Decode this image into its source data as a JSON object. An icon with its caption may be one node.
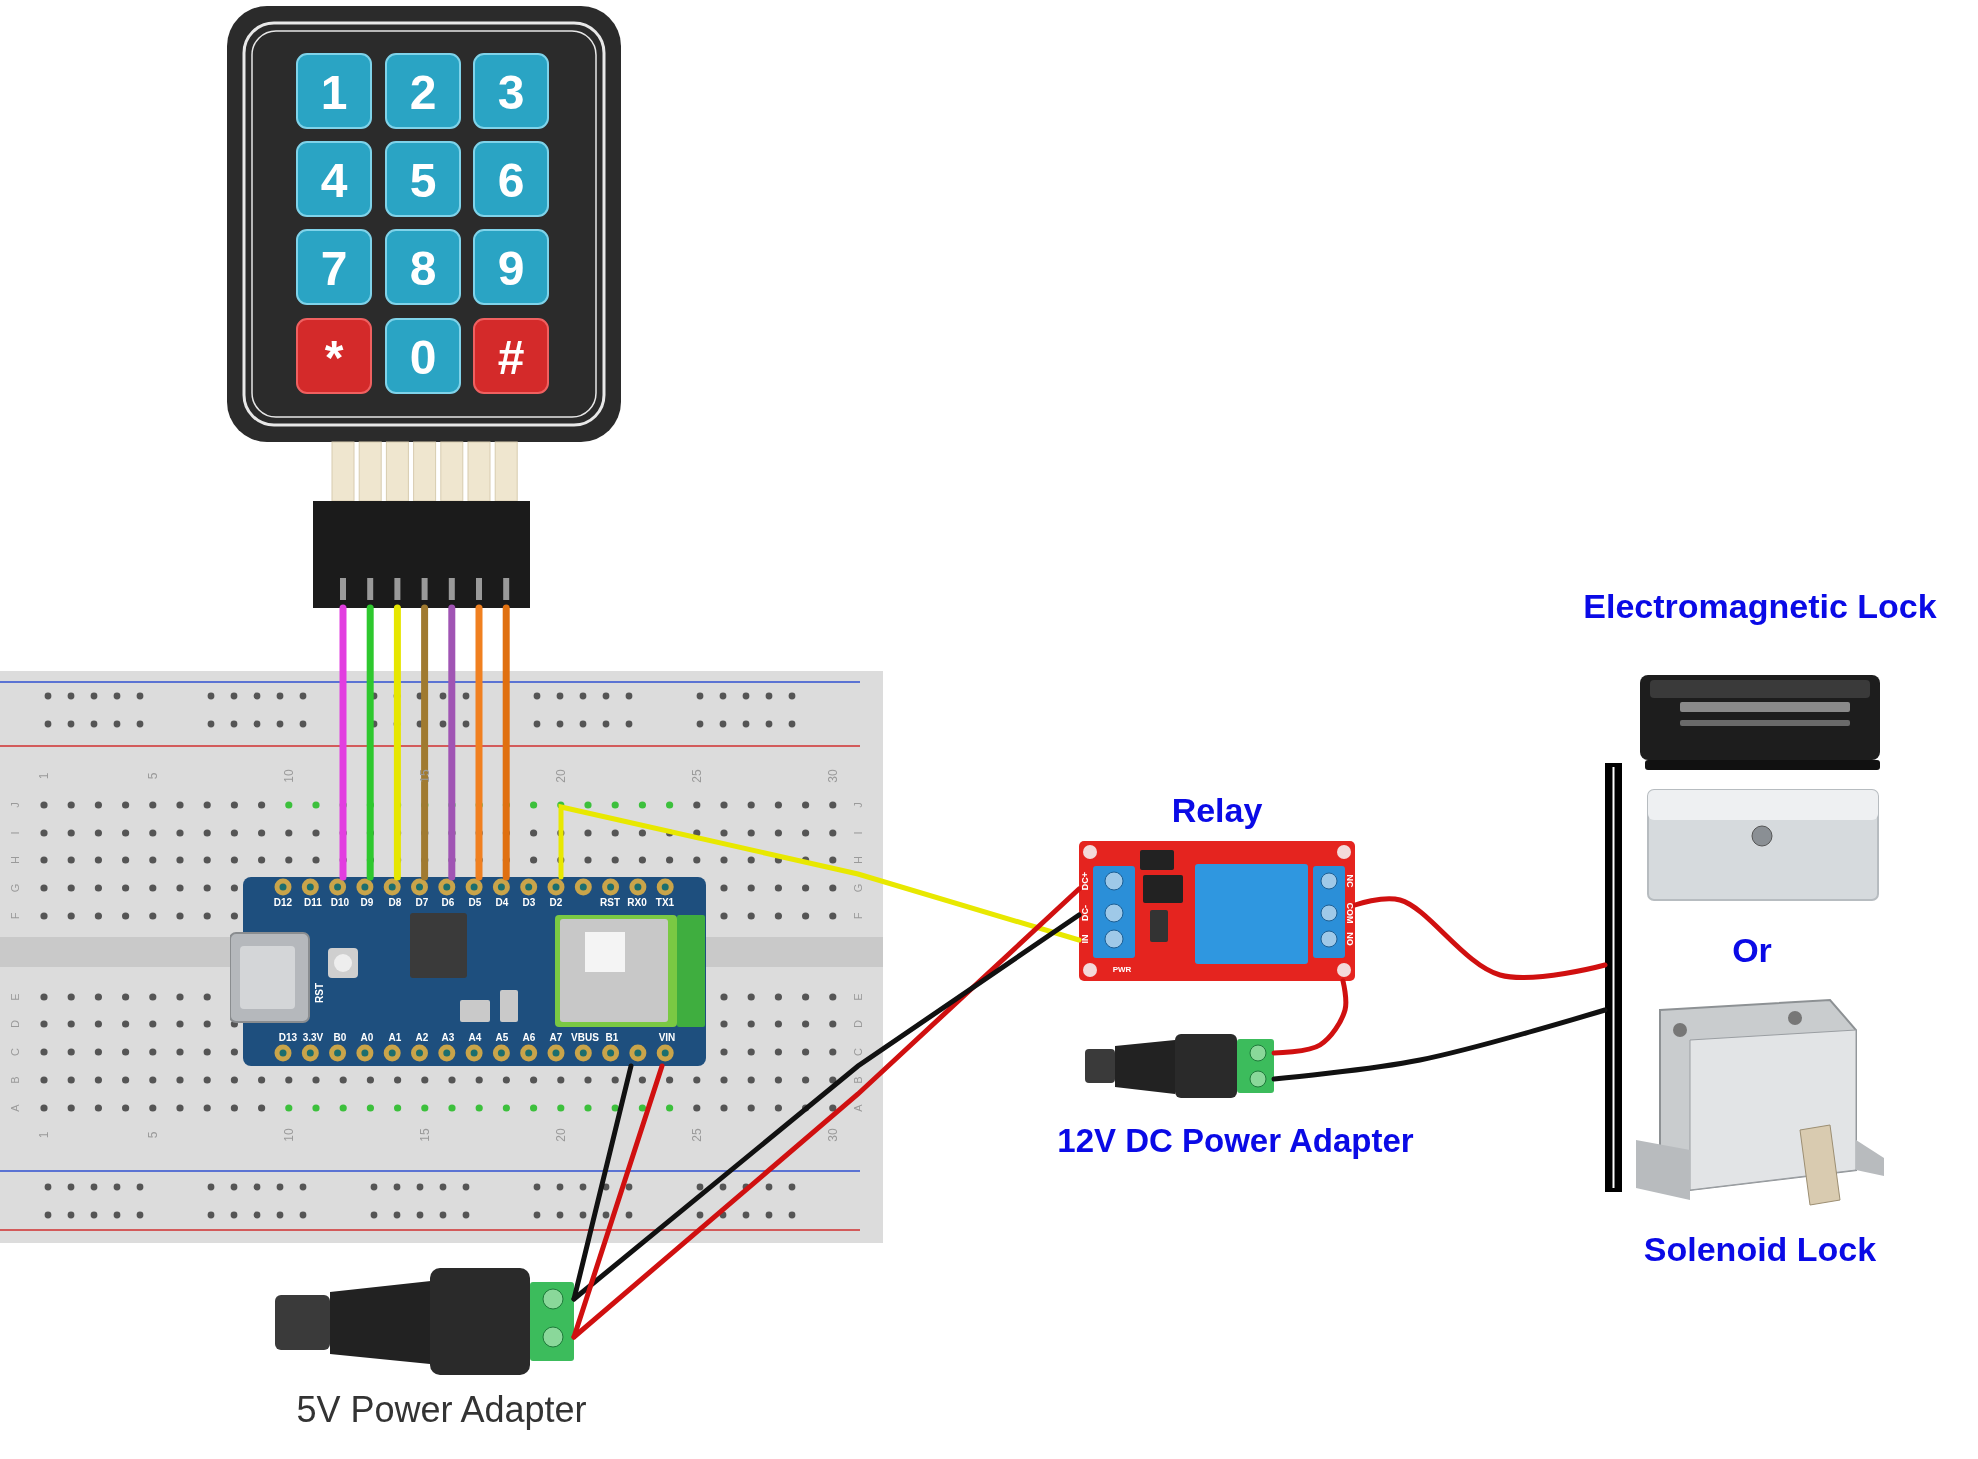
{
  "diagram": {
    "nodes": [
      {
        "text": [],
        "shape": "picture"
      },
      {
        "text": [],
        "shape": "picture"
      },
      {
        "text": [],
        "shape": "picture",
        "in": 1
      },
      {
        "text": [
          "Relay"
        ]
      },
      {
        "text": [
          "Electromagnetic Lock"
        ]
      },
      {
        "text": [],
        "shape": "bar"
      },
      {
        "text": [
          "Solenoid Lock"
        ]
      },
      {
        "text": [
          "12V DC Power Adapter"
        ]
      },
      {
        "text": [
          "5V Power Adapter"
        ]
      }
    ],
    "edges": [
      {
        "from": 0,
        "to": 2,
        "arrow": "none",
        "color": "#e23ee0"
      },
      {
        "from": 0,
        "to": 2,
        "arrow": "none",
        "color": "#2ec82e"
      },
      {
        "from": 0,
        "to": 2,
        "arrow": "none",
        "color": "#e6e600"
      },
      {
        "from": 0,
        "to": 2,
        "arrow": "none",
        "color": "#a07a30"
      },
      {
        "from": 0,
        "to": 2,
        "arrow": "none",
        "color": "#a054b4"
      },
      {
        "from": 0,
        "to": 2,
        "arrow": "none",
        "color": "#f08020"
      },
      {
        "from": 0,
        "to": 2,
        "arrow": "none",
        "color": "#e07010"
      },
      {
        "from": 2,
        "to": 3,
        "arrow": "none",
        "color": "#e8e800"
      },
      {
        "from": 8,
        "to": 3,
        "arrow": "none",
        "color": "#d01010"
      },
      {
        "from": 8,
        "to": 3,
        "arrow": "none",
        "color": "#111111"
      },
      {
        "from": 8,
        "to": 2,
        "arrow": "none",
        "color": "#d01010"
      },
      {
        "from": 8,
        "to": 2,
        "arrow": "none",
        "color": "#111111"
      },
      {
        "from": 3,
        "to": 5,
        "arrow": "none",
        "color": "#d01010"
      },
      {
        "from": 7,
        "to": 3,
        "arrow": "none",
        "color": "#d01010"
      },
      {
        "from": 7,
        "to": 5,
        "arrow": "none",
        "color": "#111111"
      }
    ],
    "labels": [
      "1",
      "2",
      "3",
      "4",
      "5",
      "6",
      "7",
      "8",
      "9",
      "*",
      "0",
      "#",
      "D12",
      "D11",
      "D10",
      "D9",
      "D8",
      "D7",
      "D6",
      "D5",
      "D4",
      "D3",
      "D2",
      "RST",
      "RX0",
      "TX1",
      "D13",
      "3.3V",
      "B0",
      "A0",
      "A1",
      "A2",
      "A3",
      "A4",
      "A5",
      "A6",
      "A7",
      "VBUS",
      "B1",
      "VIN",
      "RST",
      "DC+",
      "DC-",
      "IN",
      "NC",
      "COM",
      "NO",
      "PWR",
      "1",
      "5",
      "10",
      "15",
      "20",
      "25",
      "30",
      "1",
      "5",
      "10",
      "15",
      "20",
      "25",
      "30",
      "J",
      "I",
      "H",
      "G",
      "F",
      "J",
      "I",
      "H",
      "G",
      "F",
      "E",
      "D",
      "C",
      "B",
      "A",
      "E",
      "D",
      "C",
      "B",
      "A",
      "Or"
    ]
  }
}
